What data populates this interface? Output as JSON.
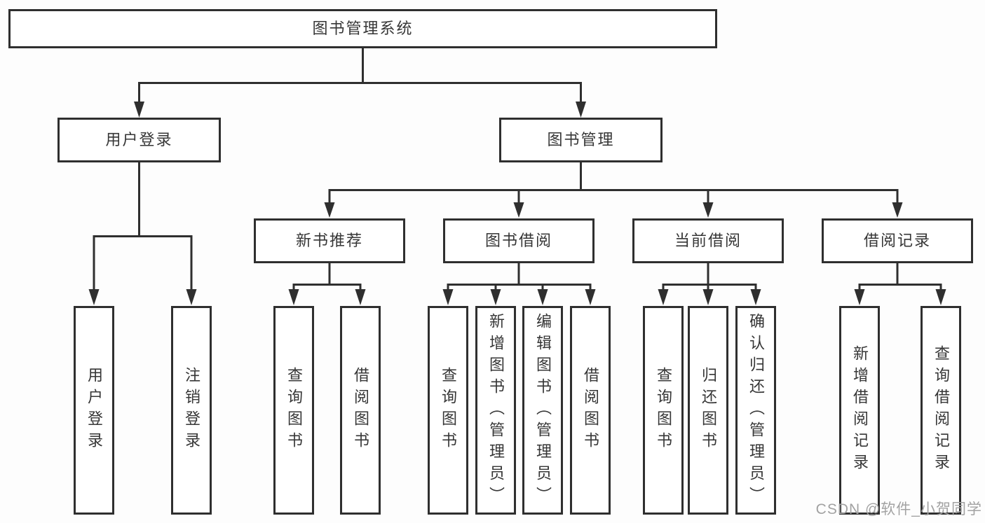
{
  "tree": {
    "label": "图书管理系统",
    "children": [
      {
        "label": "用户登录",
        "children": [
          {
            "label": "用户登录"
          },
          {
            "label": "注销登录"
          }
        ]
      },
      {
        "label": "图书管理",
        "children": [
          {
            "label": "新书推荐",
            "children": [
              {
                "label": "查询图书"
              },
              {
                "label": "借阅图书"
              }
            ]
          },
          {
            "label": "图书借阅",
            "children": [
              {
                "label": "查询图书"
              },
              {
                "label": "新增图书（管理员）"
              },
              {
                "label": "编辑图书（管理员）"
              },
              {
                "label": "借阅图书"
              }
            ]
          },
          {
            "label": "当前借阅",
            "children": [
              {
                "label": "查询图书"
              },
              {
                "label": "归还图书"
              },
              {
                "label": "确认归还（管理员）"
              }
            ]
          },
          {
            "label": "借阅记录",
            "children": [
              {
                "label": "新增借阅记录"
              },
              {
                "label": "查询借阅记录"
              }
            ]
          }
        ]
      }
    ]
  },
  "watermark": "CSDN @软件_小贺同学",
  "colors": {
    "line": "#2f2f2f",
    "box_border": "#2f2f2f",
    "box_fill": "#ffffff",
    "text": "#363636",
    "watermark": "#a2a2a2",
    "background": "#fdfdfd"
  }
}
